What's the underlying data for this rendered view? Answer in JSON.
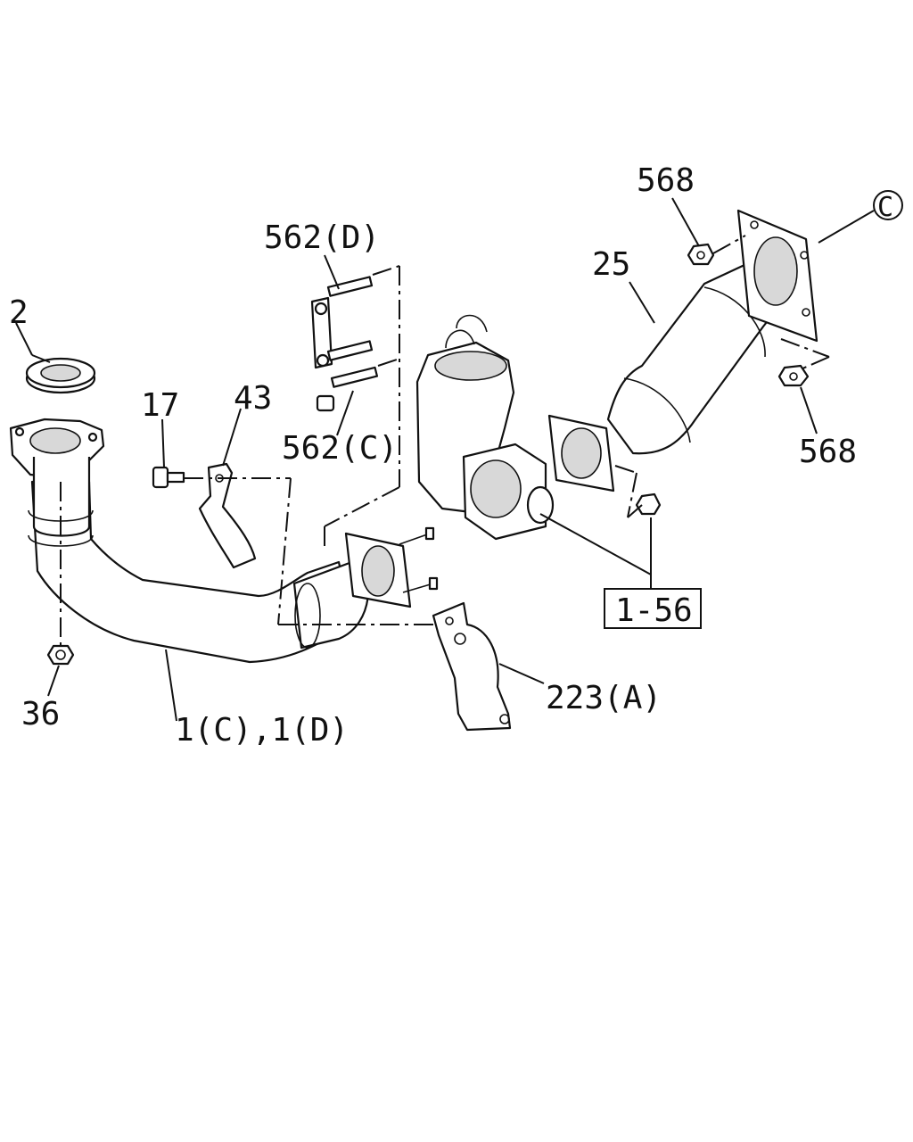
{
  "diagram": {
    "labels": {
      "part_2": "2",
      "part_17": "17",
      "part_43": "43",
      "part_562d": "562(D)",
      "part_562c": "562(C)",
      "part_568_top": "568",
      "part_568_bottom": "568",
      "part_25": "25",
      "ref_c": "C",
      "part_36": "36",
      "part_1": "1(C),1(D)",
      "part_223a": "223(A)",
      "ref_box": "1-56"
    }
  }
}
